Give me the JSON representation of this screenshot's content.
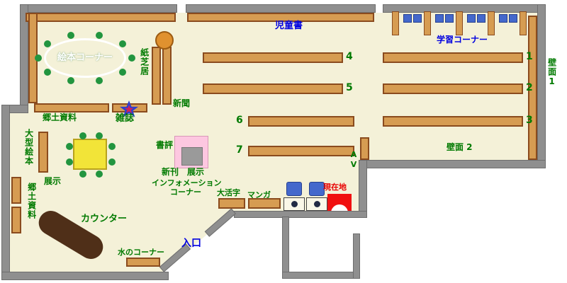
{
  "map_name": "library-floor-map",
  "colors": {
    "floor": "#f4f1d8",
    "wall_gray": "#8f8f8f",
    "shelf_fill": "#d69c52",
    "shelf_border": "#8a4b1e",
    "label_green": "#007a00",
    "label_blue": "#0000e0",
    "label_red": "#e80000",
    "chair_blue": "#4468cc",
    "reading_dot_green": "#22953f",
    "table_yellow": "#f2e438",
    "display_pink": "#fdc7e0",
    "display_gray": "#9a9a9a",
    "counter_brown": "#4f2f18",
    "round_table_orange": "#e0912f",
    "current_location_red": "#f01010",
    "star_blue": "#2b3fd0",
    "star_red": "#d01f5a"
  },
  "labels": {
    "children_books": "児童書",
    "study_corner": "学習コーナー",
    "wall_1": "壁面1",
    "wall_2": "壁面 2",
    "picture_book_corner": "絵本コーナー",
    "kamishibai": "紙芝居",
    "newspaper": "新聞",
    "local_materials_upper": "郷土資料",
    "magazines": "雑誌",
    "large_picture_books": "大型絵本",
    "book_review": "書評",
    "new_arrivals": "新刊",
    "display_right": "展示",
    "display_left": "展示",
    "information_line1": "インフォメーション",
    "information_line2": "コーナー",
    "local_materials_lower": "郷土資料",
    "counter": "カウンター",
    "water_corner": "水のコーナー",
    "entrance": "入口",
    "large_print": "大活字",
    "manga": "マンガ",
    "current_location": "現在地",
    "av_corner": "AV"
  },
  "shelf_numbers": {
    "n1": "1",
    "n2": "2",
    "n3": "3",
    "n4": "4",
    "n5": "5",
    "n6": "6",
    "n7": "7"
  }
}
